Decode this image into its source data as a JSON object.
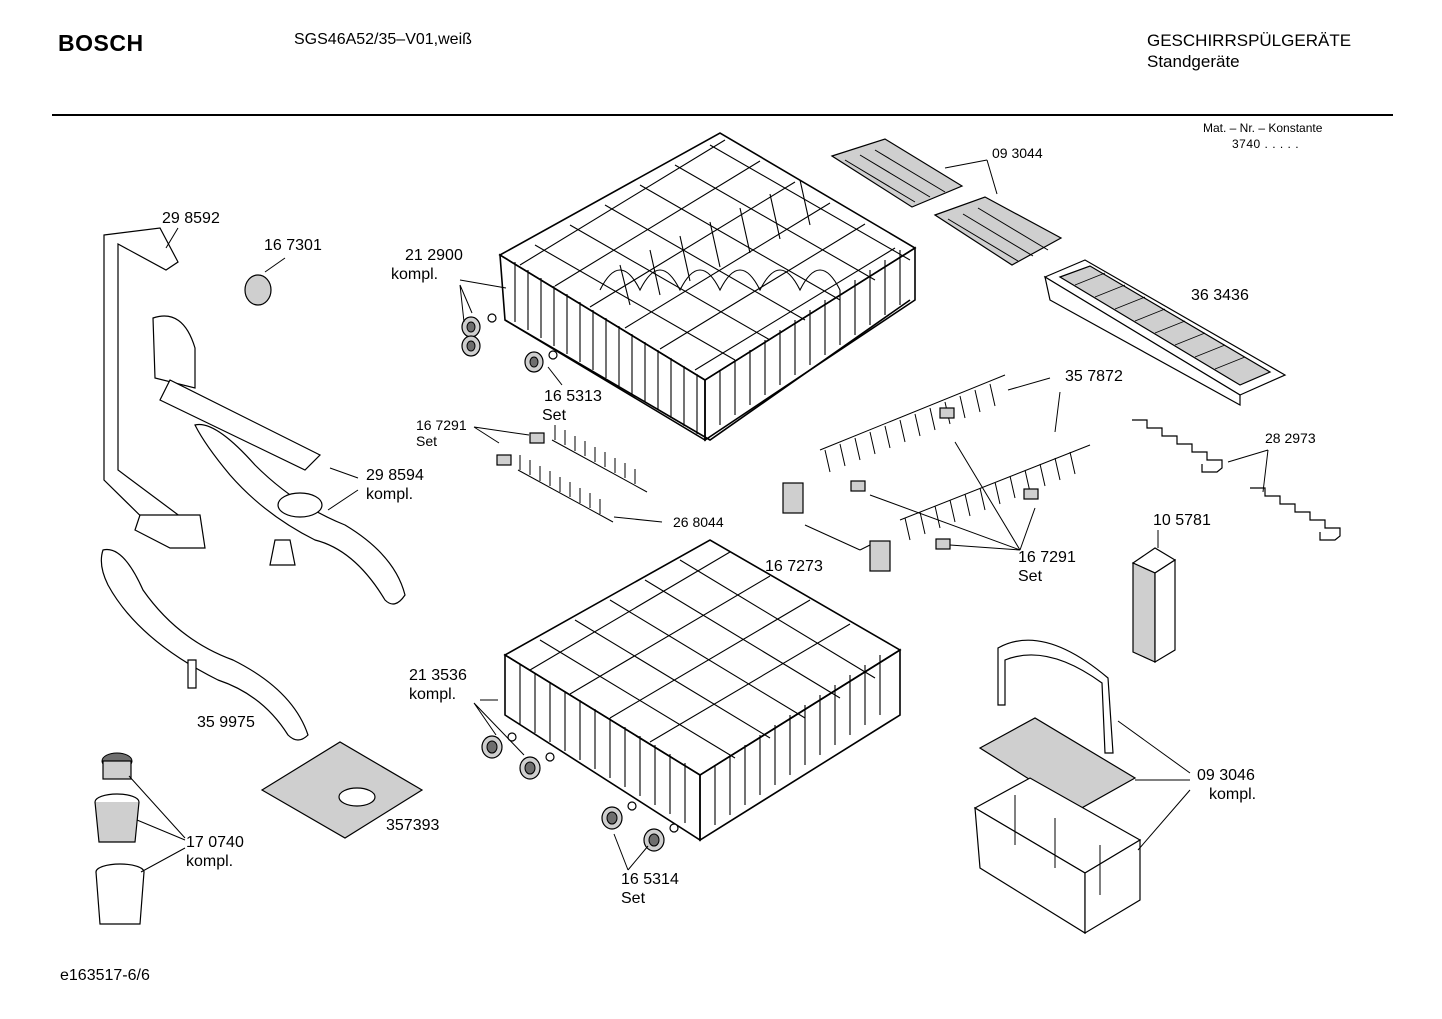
{
  "header": {
    "brand": "BOSCH",
    "model": "SGS46A52/35–V01,weiß",
    "category": "GESCHIRRSPÜLGERÄTE",
    "subcategory": "Standgeräte",
    "mat_nr_label": "Mat. – Nr. – Konstante",
    "mat_nr_value": "3740 .  .   .  .  ."
  },
  "footer": {
    "diagram_id": "e163517-6/6"
  },
  "parts": {
    "p298592": {
      "number": "29 8592"
    },
    "p167301": {
      "number": "16 7301"
    },
    "p212900": {
      "number": "21 2900",
      "note": "kompl."
    },
    "p093044": {
      "number": "09 3044"
    },
    "p363436": {
      "number": "36 3436"
    },
    "p165313": {
      "number": "16 5313",
      "note": "Set"
    },
    "p167291a": {
      "number": "16 7291",
      "note": "Set"
    },
    "p357872": {
      "number": "35 7872"
    },
    "p282973": {
      "number": "28 2973"
    },
    "p298594": {
      "number": "29 8594",
      "note": "kompl."
    },
    "p268044": {
      "number": "26 8044"
    },
    "p105781": {
      "number": "10 5781"
    },
    "p167273": {
      "number": "16 7273"
    },
    "p167291b": {
      "number": "16 7291",
      "note": "Set"
    },
    "p213536": {
      "number": "21 3536",
      "note": "kompl."
    },
    "p359975": {
      "number": "35 9975"
    },
    "p093046": {
      "number": "09 3046",
      "note": "kompl."
    },
    "p357393": {
      "number": "357393"
    },
    "p170740": {
      "number": "17 0740",
      "note": "kompl."
    },
    "p165314": {
      "number": "16 5314",
      "note": "Set"
    }
  }
}
